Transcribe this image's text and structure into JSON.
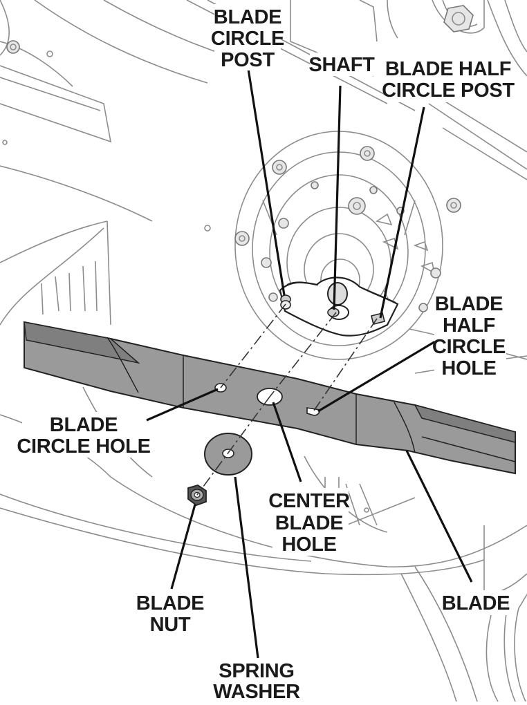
{
  "labels": {
    "blade_circle_post": [
      "BLADE",
      "CIRCLE",
      "POST"
    ],
    "shaft": [
      "SHAFT"
    ],
    "blade_half_circle_post": [
      "BLADE HALF",
      "CIRCLE POST"
    ],
    "blade_half_circle_hole": [
      "BLADE",
      "HALF",
      "CIRCLE",
      "HOLE"
    ],
    "blade_circle_hole": [
      "BLADE",
      "CIRCLE HOLE"
    ],
    "center_blade_hole": [
      "CENTER",
      "BLADE",
      "HOLE"
    ],
    "blade": [
      "BLADE"
    ],
    "blade_nut": [
      "BLADE",
      "NUT"
    ],
    "spring_washer": [
      "SPRING",
      "WASHER"
    ]
  },
  "colors": {
    "blade_fill": "#9a9a9a",
    "line_art": "#8c8c8c",
    "leader_line": "#111111",
    "label_text": "#1a1a1a"
  }
}
